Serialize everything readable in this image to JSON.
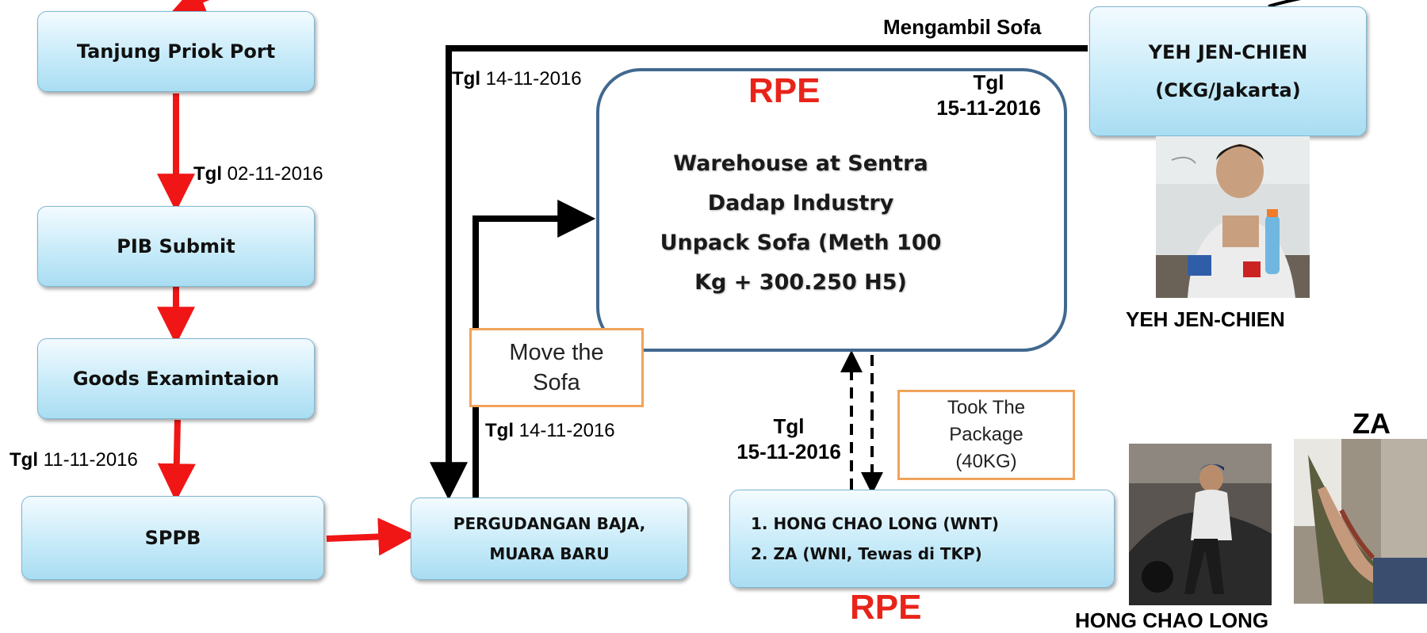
{
  "nodes": {
    "tanjung_priok": "Tanjung Priok Port",
    "pib_submit": "PIB Submit",
    "goods_exam": "Goods Examintaion",
    "sppb": "SPPB",
    "pergudangan_line1": "PERGUDANGAN BAJA,",
    "pergudangan_line2": "MUARA BARU",
    "yeh_line1": "YEH JEN-CHIEN",
    "yeh_line2": "(CKG/Jakarta)",
    "suspects_line1": "1. HONG CHAO LONG (WNT)",
    "suspects_line2": "2. ZA (WNI, Tewas di TKP)"
  },
  "notes": {
    "tgl_label": "Tgl",
    "date_0211": "02-11-2016",
    "date_1111": "11-11-2016",
    "date_1411_top": "14-11-2016",
    "date_1411_bottom": "14-11-2016",
    "date_1511_top": "15-11-2016",
    "date_1511_bottom": "15-11-2016",
    "mengambil_sofa": "Mengambil Sofa"
  },
  "warehouse": {
    "rpe_top": "RPE",
    "line1": "Warehouse at Sentra",
    "line2": "Dadap Industry",
    "line3": "Unpack Sofa (Meth 100",
    "line4": "Kg + 300.250 H5)"
  },
  "boxes": {
    "move_line1": "Move the",
    "move_line2": "Sofa",
    "took_line1": "Took The",
    "took_line2": "Package",
    "took_line3": "(40KG)"
  },
  "rpe_bottom": "RPE",
  "captions": {
    "yeh": "YEH JEN-CHIEN",
    "hong": "HONG CHAO LONG",
    "za": "ZA"
  },
  "colors": {
    "flow_arrow": "#f01616",
    "route_arrow": "#000000",
    "rpe_text": "#e8241a",
    "node_fill": "#c8ebf9",
    "node_border": "#7fb7d1",
    "warehouse_border": "#41698f",
    "callout_border": "#f0a35a"
  }
}
